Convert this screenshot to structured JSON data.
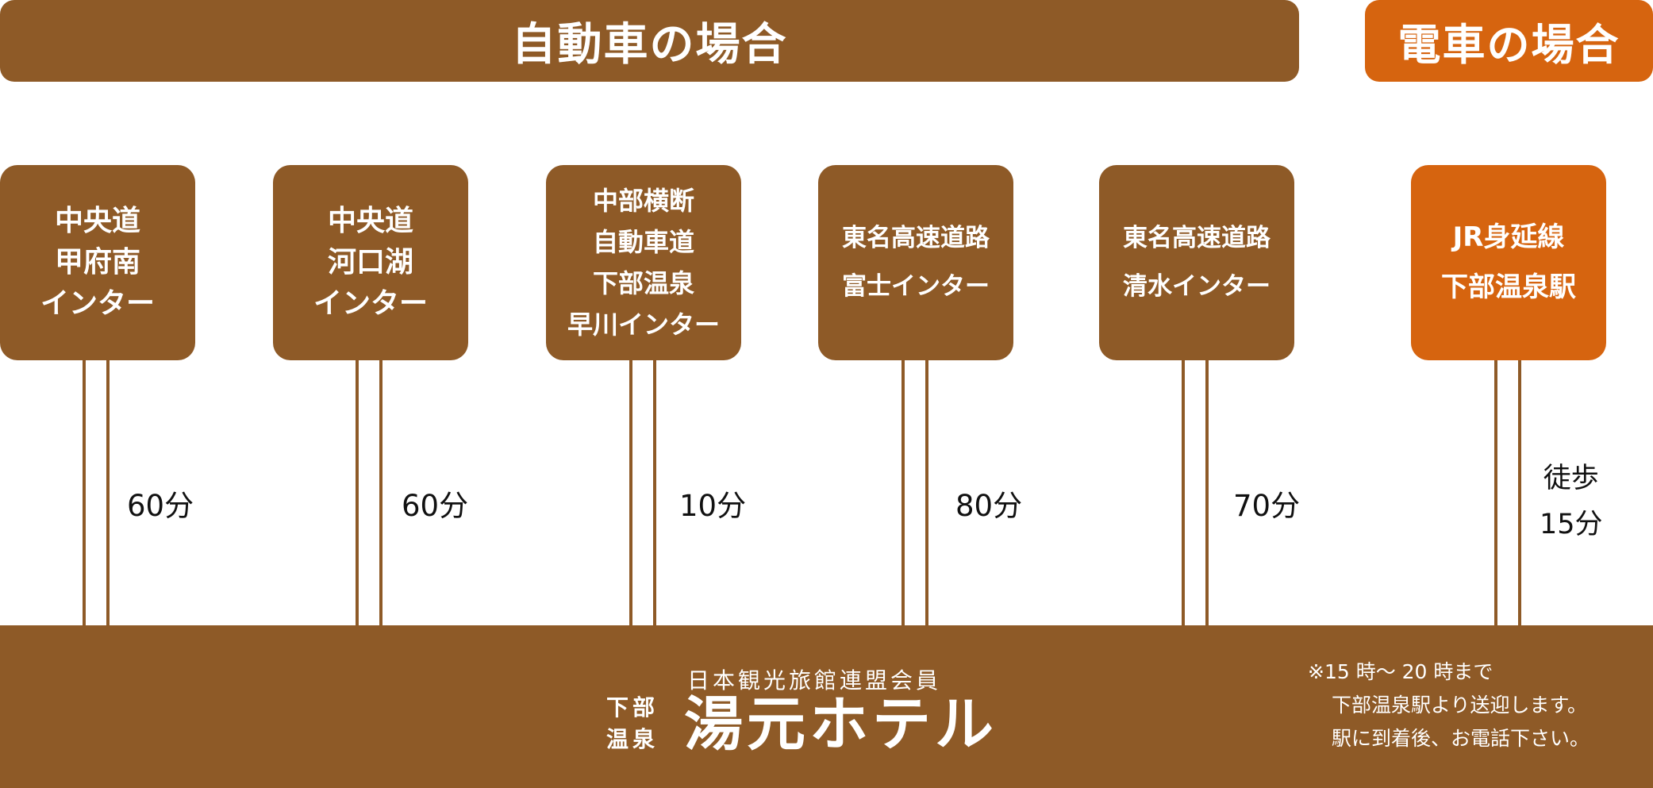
{
  "headers": {
    "car": "自動車の場合",
    "train": "電車の場合"
  },
  "routes": [
    {
      "lines": [
        "中央道",
        "甲府南",
        "インター"
      ],
      "time": "60分"
    },
    {
      "lines": [
        "中央道",
        "河口湖",
        "インター"
      ],
      "time": "60分"
    },
    {
      "lines": [
        "中部横断",
        "自動車道",
        "下部温泉",
        "早川インター"
      ],
      "time": "10分"
    },
    {
      "lines": [
        "東名高速道路",
        "富士インター"
      ],
      "time": "80分"
    },
    {
      "lines": [
        "東名高速道路",
        "清水インター"
      ],
      "time": "70分"
    },
    {
      "lines": [
        "JR身延線",
        "下部温泉駅"
      ],
      "time_lines": [
        "徒歩",
        "15分"
      ]
    }
  ],
  "colors": {
    "car": "#8e5a27",
    "train": "#d6640f"
  },
  "footer": {
    "association": "日本観光旅館連盟会員",
    "onsen_lines": [
      "下部",
      "温泉"
    ],
    "hotel_name": "湯元ホテル",
    "notice": [
      "※15 時～ 20 時まで",
      "下部温泉駅より送迎します。",
      "駅に到着後、お電話下さい。"
    ]
  }
}
